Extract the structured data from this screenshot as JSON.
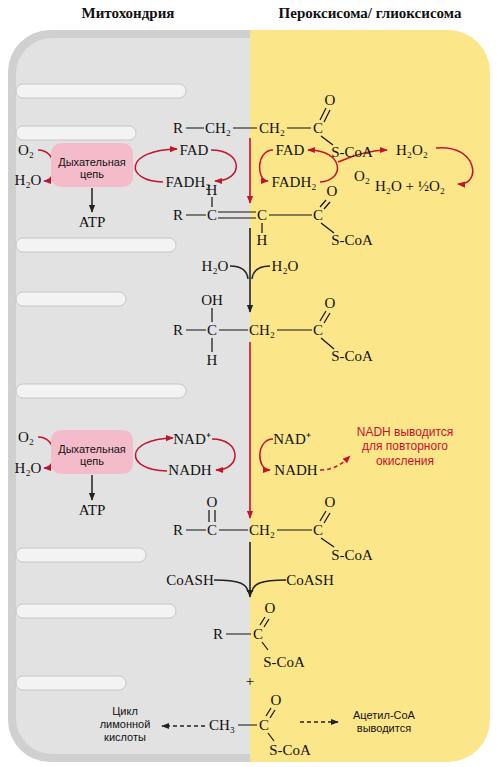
{
  "diagram": {
    "nodes": [
      {
        "text": [
          "Митохондрия"
        ]
      },
      {
        "text": [
          "Пероксисома/ глиоксисома"
        ]
      },
      {
        "text": [
          "Дыхательная цепь"
        ],
        "in": 0
      },
      {
        "text": [
          "Дыхательная цепь"
        ],
        "in": 0
      }
    ],
    "labels": [
      "R",
      "CH₂",
      "CH₂",
      "C",
      "O",
      "S-CoA",
      "O₂",
      "H₂O",
      "ATP",
      "FAD",
      "FADH₂",
      "FAD",
      "FADH₂",
      "O₂",
      "H₂O₂",
      "H₂O + ½O₂",
      "H",
      "R",
      "C",
      "C",
      "C",
      "O",
      "H",
      "S-CoA",
      "H₂O",
      "H₂O",
      "OH",
      "R",
      "C",
      "CH₂",
      "C",
      "O",
      "H",
      "S-CoA",
      "O₂",
      "H₂O",
      "ATP",
      "NAD⁺",
      "NADH",
      "NAD⁺",
      "NADH",
      "NADH выводится для повторного окисления",
      "O",
      "O",
      "R",
      "C",
      "CH₂",
      "C",
      "S-CoA",
      "CoASH",
      "CoASH",
      "O",
      "R",
      "C",
      "S-CoA",
      "+",
      "O",
      "CH₃",
      "C",
      "S-CoA",
      "Цикл лимонной кислоты",
      "Ацетил-CoA выводится"
    ]
  }
}
